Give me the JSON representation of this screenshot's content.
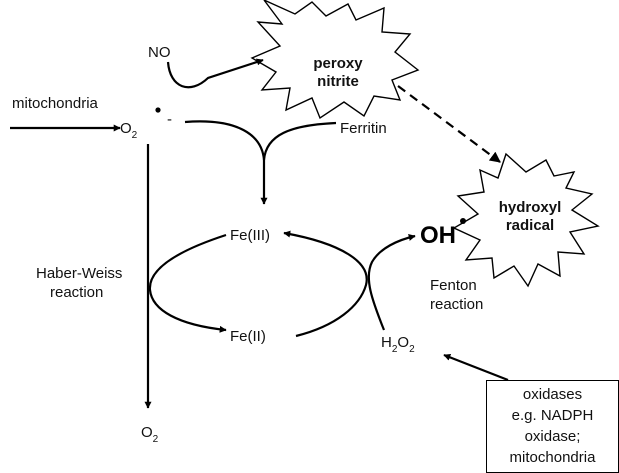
{
  "labels": {
    "no": "NO",
    "mitochondria": "mitochondria",
    "superoxide_base": "O",
    "superoxide_sub": "2",
    "superoxide_charge": "-",
    "ferritin": "Ferritin",
    "fe3": "Fe(III)",
    "fe2": "Fe(II)",
    "haber_weiss_line1": "Haber-Weiss",
    "haber_weiss_line2": "reaction",
    "oxygen_base": "O",
    "oxygen_sub": "2",
    "h2o2_h": "H",
    "h2o2_sub1": "2",
    "h2o2_o": "O",
    "h2o2_sub2": "2",
    "oh": "OH",
    "fenton_line1": "Fenton",
    "fenton_line2": "reaction"
  },
  "peroxynitrite": {
    "line1": "peroxy",
    "line2": "nitrite"
  },
  "hydroxyl": {
    "line1": "hydroxyl",
    "line2": "radical"
  },
  "oxidases_box": [
    "oxidases",
    "e.g. NADPH",
    "oxidase;",
    "mitochondria"
  ]
}
